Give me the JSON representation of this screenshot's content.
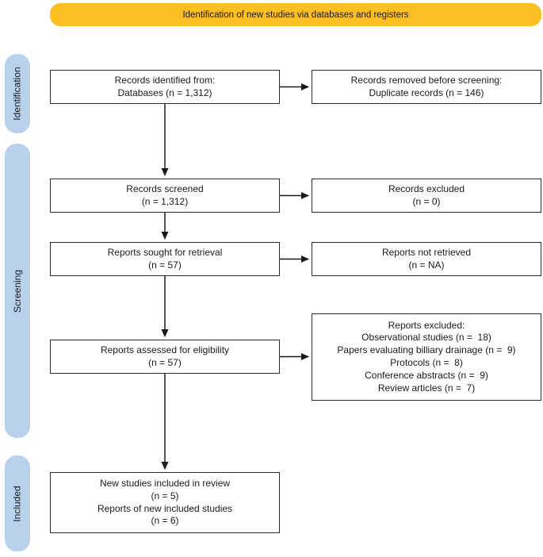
{
  "banner": {
    "label": "Identification of new studies via databases and registers"
  },
  "sidebar": {
    "items": [
      {
        "id": "identification",
        "label": "Identification"
      },
      {
        "id": "screening",
        "label": "Screening"
      },
      {
        "id": "included",
        "label": "Included"
      }
    ]
  },
  "boxes": {
    "records_identified": {
      "lines": [
        "Records identified from:",
        "Databases (n = 1,312)"
      ]
    },
    "records_removed": {
      "lines": [
        "Records removed before screening:",
        "Duplicate records (n = 146)"
      ]
    },
    "records_screened": {
      "lines": [
        "Records screened",
        "(n = 1,312)"
      ]
    },
    "records_excluded": {
      "lines": [
        "Records excluded",
        "(n = 0)"
      ]
    },
    "reports_sought": {
      "lines": [
        "Reports sought for retrieval",
        "(n = 57)"
      ]
    },
    "reports_not_retrieved": {
      "lines": [
        "Reports not retrieved",
        "(n = NA)"
      ]
    },
    "reports_assessed": {
      "lines": [
        "Reports assessed for eligibility",
        "(n = 57)"
      ]
    },
    "reports_excluded": {
      "lines": [
        "Reports excluded:",
        "Observational studies (n =  18)",
        "Papers evaluating billiary drainage (n =  9)",
        "Protocols (n =  8)",
        "Conference abstracts (n =  9)",
        "Review articles (n =  7)"
      ]
    },
    "new_studies_included": {
      "lines": [
        "New studies included in review",
        "(n = 5)",
        "Reports of new included studies",
        "(n = 6)"
      ]
    }
  },
  "colors": {
    "banner_bg": "#FBBE23",
    "sidebar_bg": "#B9D1ED",
    "box_border": "#2b2b2b",
    "arrow": "#1a1a1a",
    "text": "#1a1a1a"
  }
}
